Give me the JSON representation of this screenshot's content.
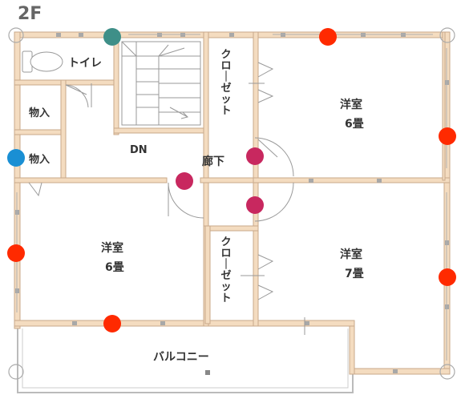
{
  "floor_label": "2F",
  "rooms": {
    "toilet": "トイレ",
    "storage_top": "物入",
    "storage_mid": "物入",
    "stairs_dn": "DN",
    "closet_top": "クローゼット",
    "closet_mid": "クローゼット",
    "hallway": "廊下",
    "room_ne_name": "洋室",
    "room_ne_size": "6畳",
    "room_w_name": "洋室",
    "room_w_size": "6畳",
    "room_se_name": "洋室",
    "room_se_size": "7畳",
    "balcony": "バルコニー"
  },
  "marker_colors": {
    "outlet": "#ff2a00",
    "door_outlet": "#c8285f",
    "teal": "#3e8f88",
    "blue": "#1a8fd4"
  },
  "wall_color": "#f4dcc0",
  "wall_edge": "#c9a98a"
}
